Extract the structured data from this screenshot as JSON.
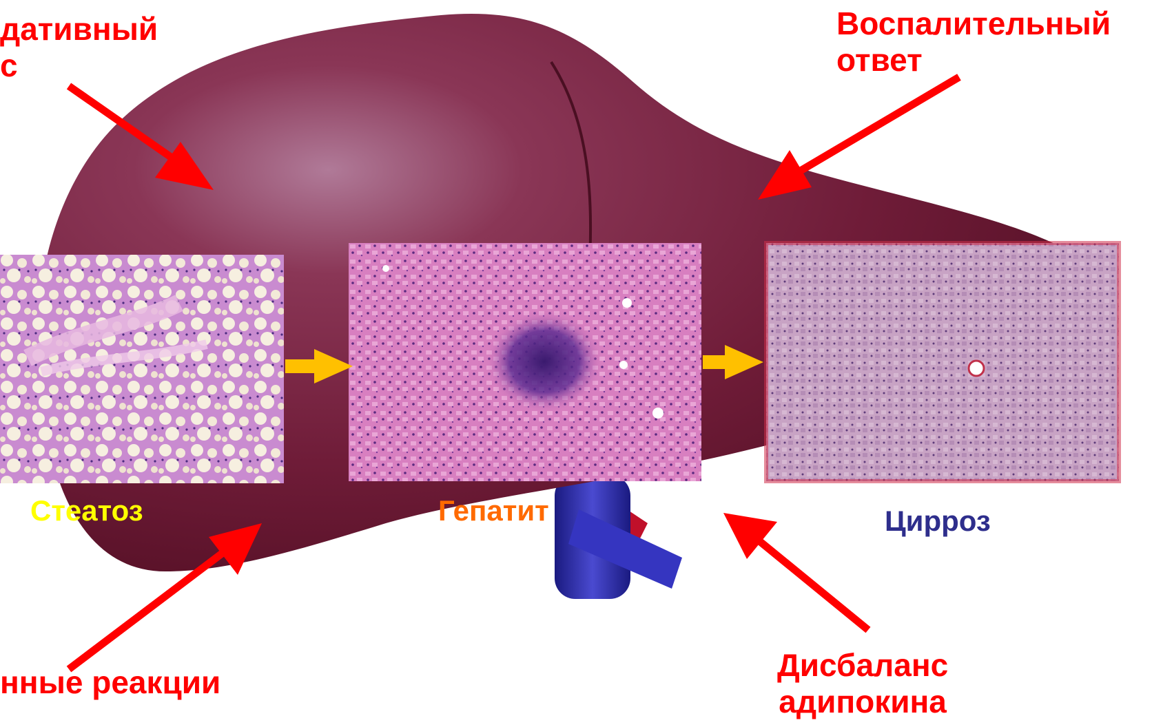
{
  "colors": {
    "liver": "#7a1e3a",
    "liver_dark": "#5e1530",
    "arrow_red": "#ff0000",
    "arrow_yellow": "#ffc000",
    "vein_blue": "#2b2bb0",
    "artery_red": "#c0102a",
    "steatosis_label": "#ffff00",
    "hepatitis_label": "#ff6a00",
    "cirrhosis_label": "#2e2e8c"
  },
  "labels": {
    "oxidative_line1": "дативный",
    "oxidative_line2": "с",
    "inflammatory_line1": "Воспалительный",
    "inflammatory_line2": "ответ",
    "immune_reactions": "нные реакции",
    "adipokine_line1": "Дисбаланс",
    "adipokine_line2": "адипокина"
  },
  "micrographs": {
    "steatosis": "Стеатоз",
    "hepatitis": "Гепатит",
    "cirrhosis": "Цирроз"
  },
  "icons": [
    "red-arrow-icon",
    "yellow-arrow-icon"
  ]
}
